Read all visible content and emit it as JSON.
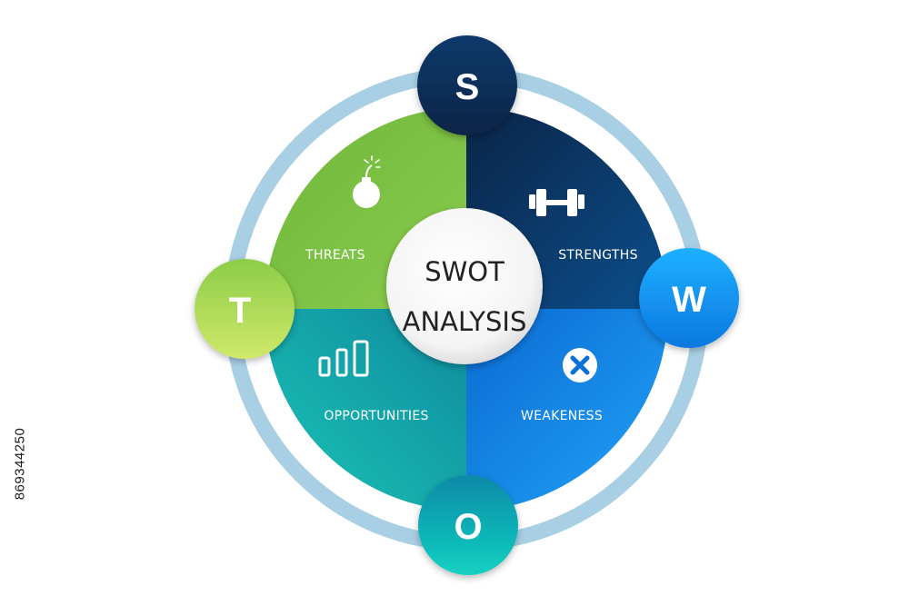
{
  "center": {
    "line1": "SWOT",
    "line2": "ANALYSIS"
  },
  "quadrants": [
    {
      "key": "strengths",
      "label": "STRENGTHS",
      "letter": "S",
      "icon": "dumbbell-icon",
      "colors": [
        "#0b2d55",
        "#0b4d8a"
      ]
    },
    {
      "key": "weakness",
      "label": "WEAKENESS",
      "letter": "W",
      "icon": "close-circle-icon",
      "colors": [
        "#0a6fd6",
        "#1a9df5"
      ]
    },
    {
      "key": "opportunities",
      "label": "OPPORTUNITIES",
      "letter": "O",
      "icon": "bar-chart-icon",
      "colors": [
        "#0f8fa0",
        "#18c0b8"
      ]
    },
    {
      "key": "threats",
      "label": "THREATS",
      "letter": "T",
      "icon": "bomb-icon",
      "colors": [
        "#7cc242",
        "#9ad35a"
      ]
    }
  ],
  "ring_color": "#a9cfe4",
  "side_id": "869344250"
}
